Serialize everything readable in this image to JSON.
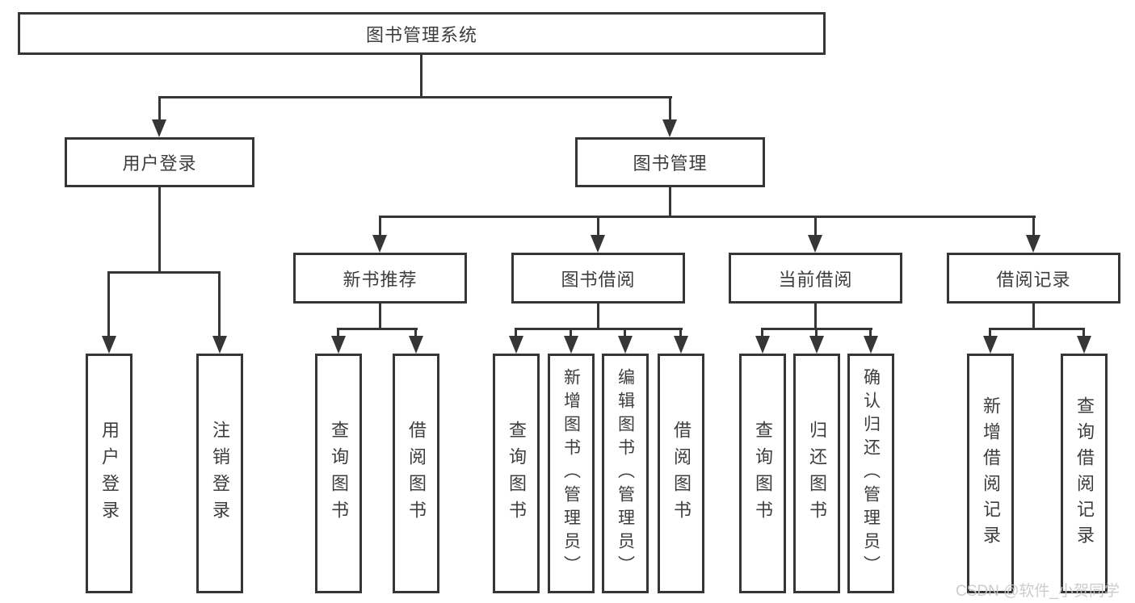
{
  "colors": {
    "line": "#363636",
    "box_border": "#363636",
    "box_fill": "#ffffff",
    "text": "#3d3d3d",
    "watermark": "#c8c8c8",
    "background": "#ffffff"
  },
  "watermark": "CSDN @软件_小贺同学",
  "nodes": {
    "root": {
      "label": "图书管理系统"
    },
    "level2": {
      "user_login": {
        "label": "用户登录"
      },
      "book_management": {
        "label": "图书管理"
      }
    },
    "level3": {
      "new_book_recommend": {
        "label": "新书推荐"
      },
      "book_borrowing": {
        "label": "图书借阅"
      },
      "current_borrowing": {
        "label": "当前借阅"
      },
      "borrowing_records": {
        "label": "借阅记录"
      }
    },
    "leaves": {
      "user_login": {
        "label": "用户登录"
      },
      "logout_login": {
        "label": "注销登录"
      },
      "recommend_query_books": {
        "label": "查询图书"
      },
      "recommend_borrow_books": {
        "label": "借阅图书"
      },
      "borrowing_query_books": {
        "label": "查询图书"
      },
      "borrowing_add_books_admin": {
        "label": "新增图书（管理员）"
      },
      "borrowing_edit_books_admin": {
        "label": "编辑图书（管理员）"
      },
      "borrowing_borrow_books": {
        "label": "借阅图书"
      },
      "current_query_books": {
        "label": "查询图书"
      },
      "current_return_books": {
        "label": "归还图书"
      },
      "current_confirm_return_admin": {
        "label": "确认归还（管理员）"
      },
      "records_add_borrow_record": {
        "label": "新增借阅记录"
      },
      "records_query_borrow_record": {
        "label": "查询借阅记录"
      }
    }
  }
}
